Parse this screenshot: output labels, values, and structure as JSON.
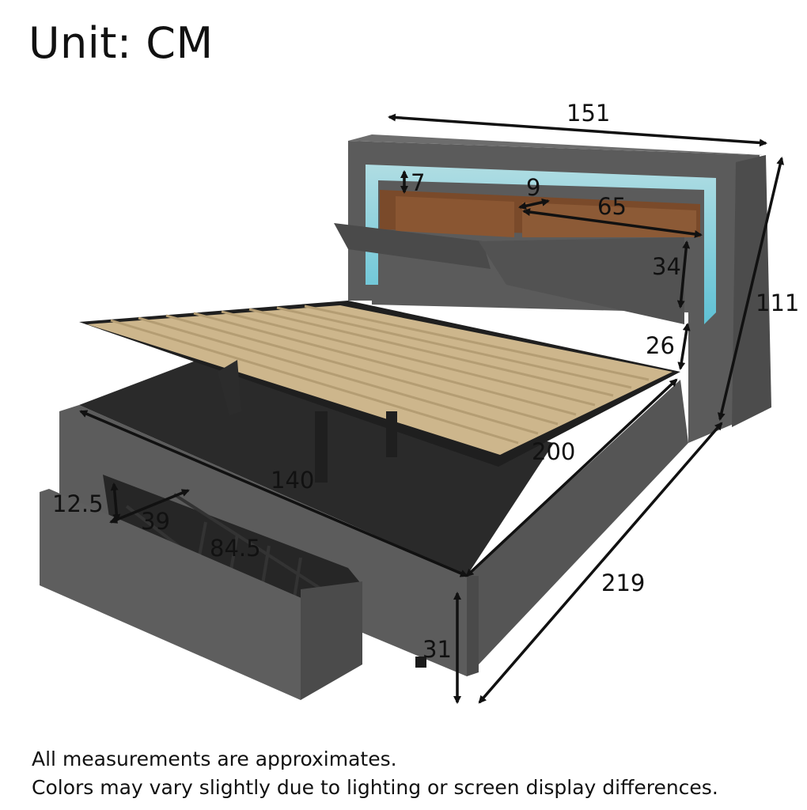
{
  "title": "Unit: CM",
  "notes": [
    "All measurements are approximates.",
    "Colors may vary slightly due to lighting or screen display differences."
  ],
  "dimensions": {
    "overall_width": "151",
    "overall_height": "111",
    "overall_length": "219",
    "shelf_gap": "7",
    "shelf_divider": "9",
    "shelf_width": "65",
    "shelf_depth": "34",
    "shelf_to_rail": "26",
    "mattress_width": "140",
    "mattress_length": "200",
    "drawer_height_inner": "12.5",
    "drawer_depth": "39",
    "drawer_width": "84.5",
    "side_rail_height": "31"
  },
  "colors": {
    "fabric": "#5a5a5a",
    "fabric_dark": "#3f3f3f",
    "slat": "#d9c39a",
    "frame": "#222222",
    "wood": "#7a4a2a",
    "led": "#5fd3ea"
  }
}
